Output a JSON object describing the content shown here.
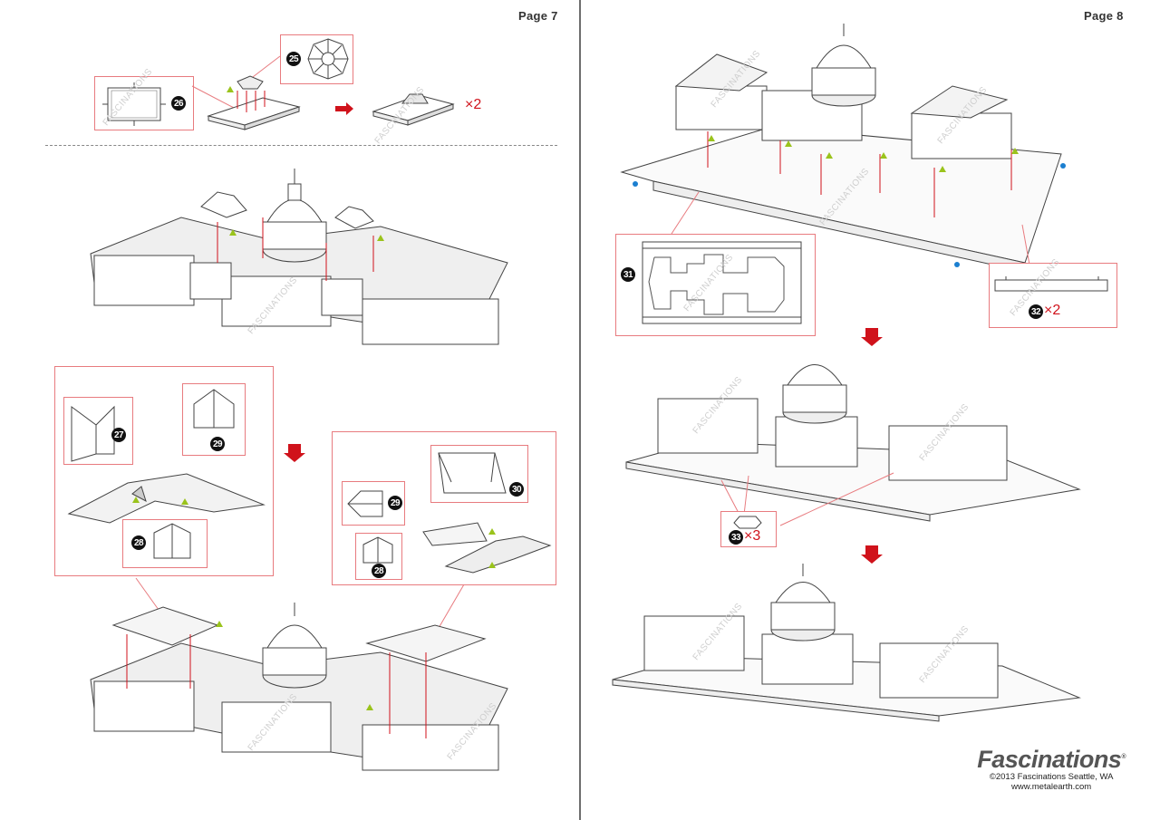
{
  "page_left": {
    "page_label": "Page 7",
    "steps": [
      {
        "part": "25",
        "qty": null
      },
      {
        "part": "26",
        "qty": null
      },
      {
        "result_qty": "×2"
      },
      {
        "part": "27",
        "qty": null
      },
      {
        "part": "28",
        "qty": null
      },
      {
        "part": "29",
        "qty": null
      },
      {
        "part": "29",
        "qty": null
      },
      {
        "part": "28",
        "qty": null
      },
      {
        "part": "30",
        "qty": null
      }
    ],
    "watermark": "FASCINATIONS"
  },
  "page_right": {
    "page_label": "Page 8",
    "steps": [
      {
        "part": "31",
        "qty": null
      },
      {
        "part": "32",
        "qty": "×2"
      },
      {
        "part": "33",
        "qty": "×3"
      }
    ],
    "watermark": "FASCINATIONS"
  },
  "branding": {
    "logo": "Fascinations",
    "registered": "®",
    "copyright": "©2013 Fascinations Seattle, WA",
    "url": "www.metalearth.com"
  },
  "colors": {
    "callout_border": "#e87b7f",
    "arrow_red": "#d0121b",
    "tab_marker_green": "#9ac31c",
    "tab_marker_blue": "#1b7fd0",
    "badge_black": "#111111"
  }
}
